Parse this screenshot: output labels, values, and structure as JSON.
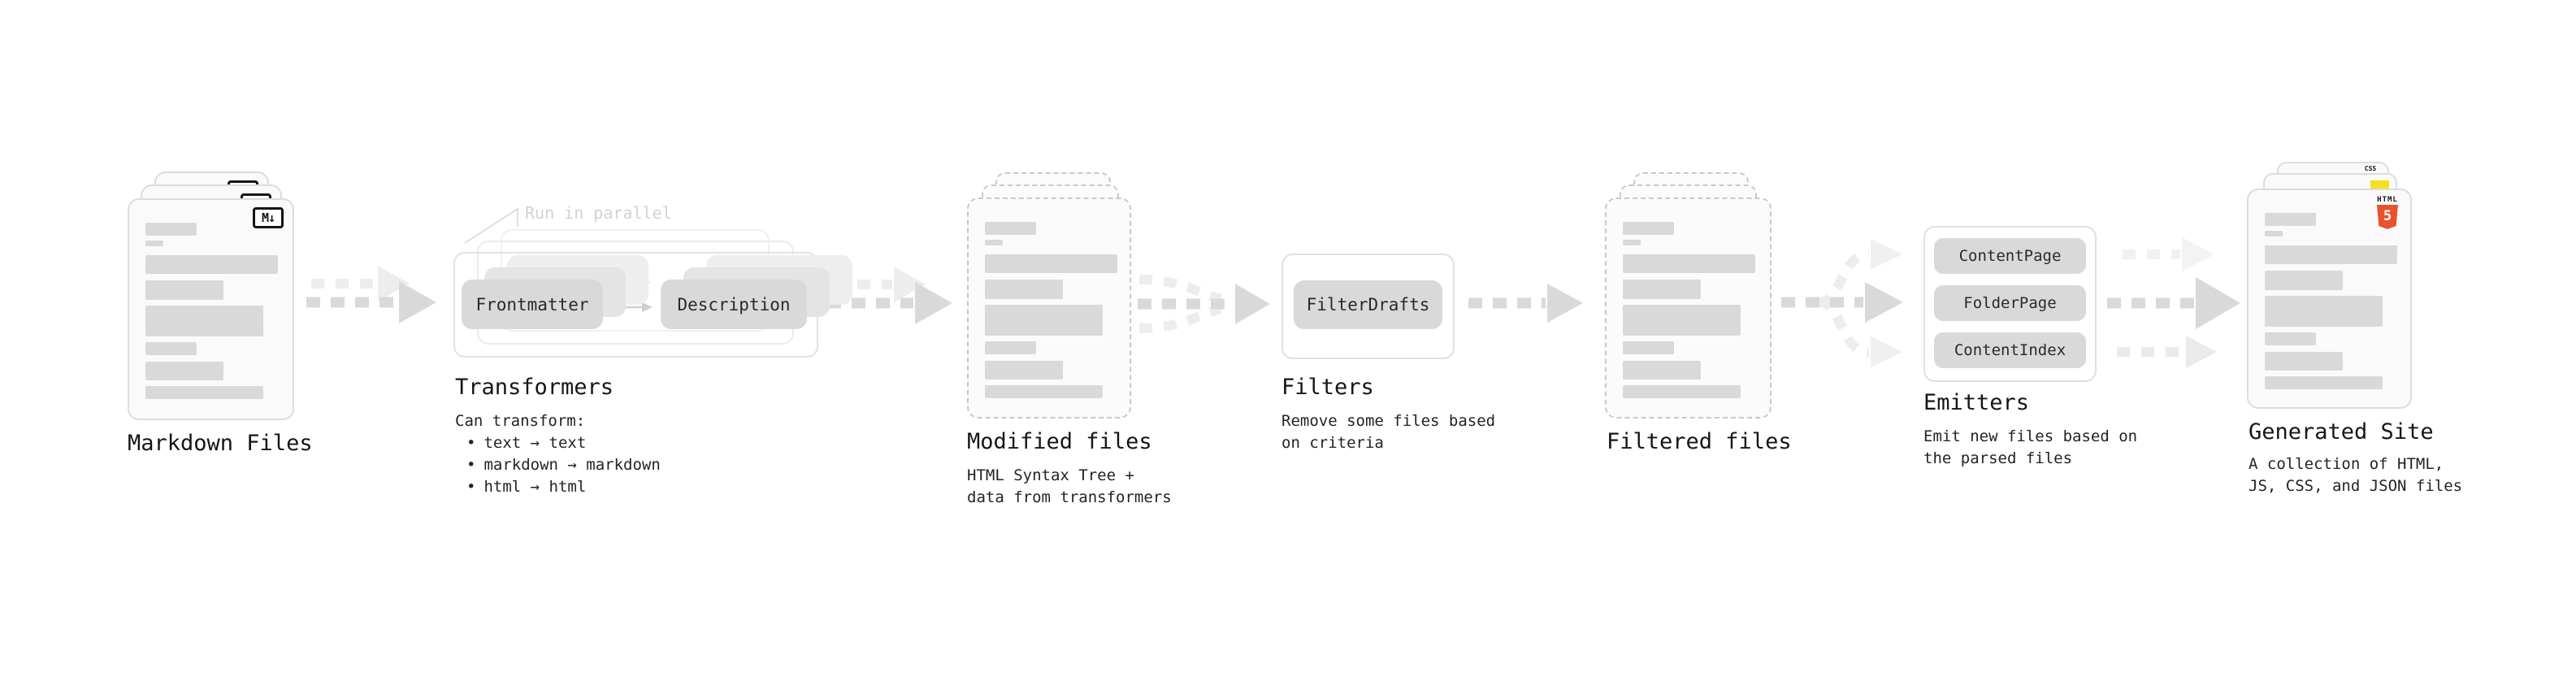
{
  "nodes": {
    "markdown_files": {
      "title": "Markdown Files",
      "badge": "M↓"
    },
    "transformers": {
      "title": "Transformers",
      "annotation": "Run in parallel",
      "frontmatter": "Frontmatter",
      "description": "Description",
      "caption": "Can transform:",
      "bullet_char": "•",
      "bullets": [
        "text → text",
        "markdown → markdown",
        "html → html"
      ]
    },
    "modified_files": {
      "title": "Modified files",
      "caption_line1": "HTML Syntax Tree +",
      "caption_line2": "data from transformers"
    },
    "filters": {
      "title": "Filters",
      "filter_name": "FilterDrafts",
      "caption_line1": "Remove some files based",
      "caption_line2": "on criteria"
    },
    "filtered_files": {
      "title": "Filtered files"
    },
    "emitters": {
      "title": "Emitters",
      "emitter_names": [
        "ContentPage",
        "FolderPage",
        "ContentIndex"
      ],
      "caption_line1": "Emit new files based on",
      "caption_line2": "the parsed files"
    },
    "generated_site": {
      "title": "Generated Site",
      "caption_line1": "A collection of HTML,",
      "caption_line2": "JS, CSS, and JSON files",
      "css_badge": "CSS",
      "html_badge_label": "HTML",
      "html_badge_number": "5"
    }
  },
  "colors": {
    "html5_orange": "#e8532c",
    "js_yellow": "#f7df1e",
    "css_blue": "#2b6bf3",
    "arrow_gray": "#d9d9d9",
    "arrow_ghost": "#ededed"
  }
}
